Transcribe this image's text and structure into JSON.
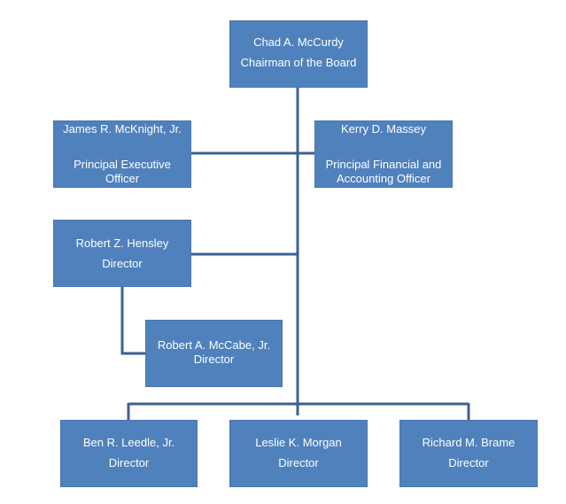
{
  "org_chart": {
    "chairman": {
      "name": "Chad A. McCurdy",
      "title": "Chairman of the Board"
    },
    "pe_officer": {
      "name": "James R. McKnight, Jr.",
      "title_line1": "Principal Executive",
      "title_line2": "Officer"
    },
    "pfa_officer": {
      "name": "Kerry D. Massey",
      "title_line1": "Principal Financial and",
      "title_line2": "Accounting Officer"
    },
    "hensley": {
      "name": "Robert Z. Hensley",
      "title": "Director"
    },
    "mccabe": {
      "name": "Robert A. McCabe, Jr.",
      "title": "Director"
    },
    "directors": [
      {
        "name": "Ben R. Leedle, Jr.",
        "title": "Director"
      },
      {
        "name": "Leslie K. Morgan",
        "title": "Director"
      },
      {
        "name": "Richard M. Brame",
        "title": "Director"
      }
    ],
    "colors": {
      "box_fill": "#4f81bd",
      "connector": "#3e6191",
      "text": "#ffffff"
    }
  }
}
